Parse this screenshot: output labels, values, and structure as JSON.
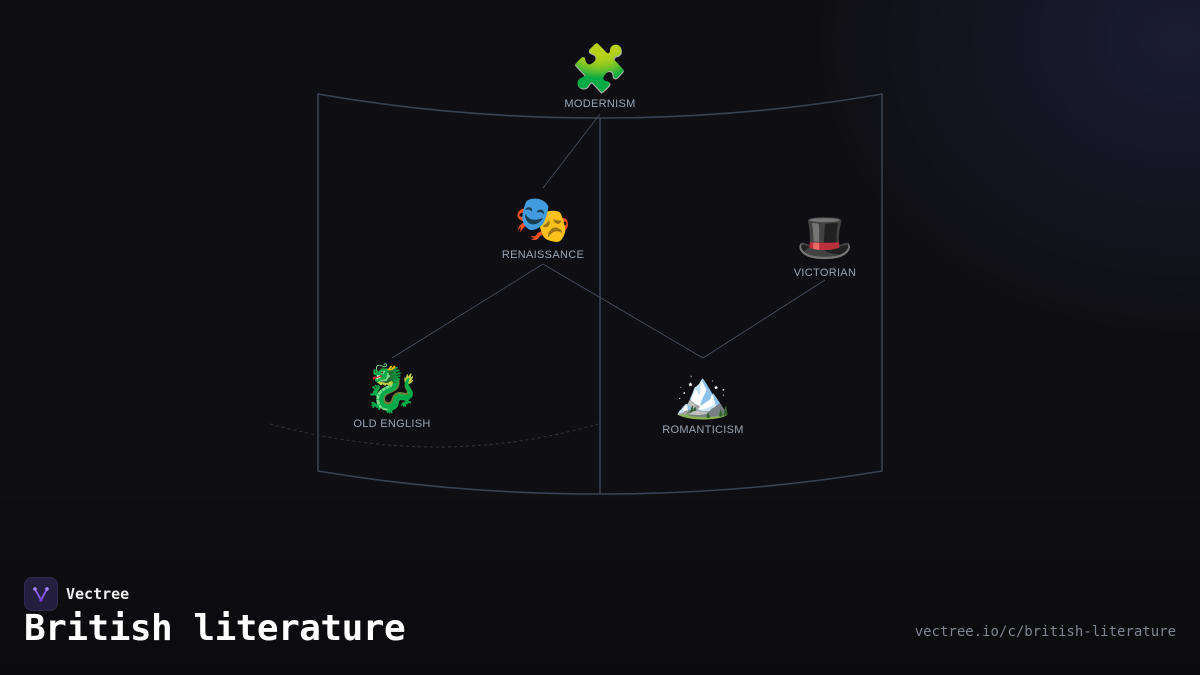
{
  "diagram": {
    "nodes": [
      {
        "id": "modernism",
        "label": "MODERNISM",
        "icon": "puzzle-piece-icon",
        "glyph": "🧩"
      },
      {
        "id": "renaissance",
        "label": "RENAISSANCE",
        "icon": "theater-masks-icon",
        "glyph": "🎭"
      },
      {
        "id": "victorian",
        "label": "VICTORIAN",
        "icon": "top-hat-icon",
        "glyph": "🎩"
      },
      {
        "id": "old-english",
        "label": "OLD ENGLISH",
        "icon": "dragon-icon",
        "glyph": "🐉"
      },
      {
        "id": "romanticism",
        "label": "ROMANTICISM",
        "icon": "snow-capped-mountain-icon",
        "glyph": "🏔️"
      }
    ],
    "edges": [
      {
        "from": "modernism",
        "to": "renaissance"
      },
      {
        "from": "renaissance",
        "to": "old-english"
      },
      {
        "from": "renaissance",
        "to": "romanticism"
      },
      {
        "from": "victorian",
        "to": "romanticism"
      }
    ]
  },
  "brand": {
    "name": "Vectree",
    "icon": "vectree-logo-icon",
    "accent": "#8b5cf6"
  },
  "page": {
    "title": "British literature",
    "url": "vectree.io/c/british-literature"
  },
  "colors": {
    "background": "#0f0f13",
    "book_outline": "#3a4250",
    "edge": "#4a5160",
    "label": "#9aa3b2"
  }
}
